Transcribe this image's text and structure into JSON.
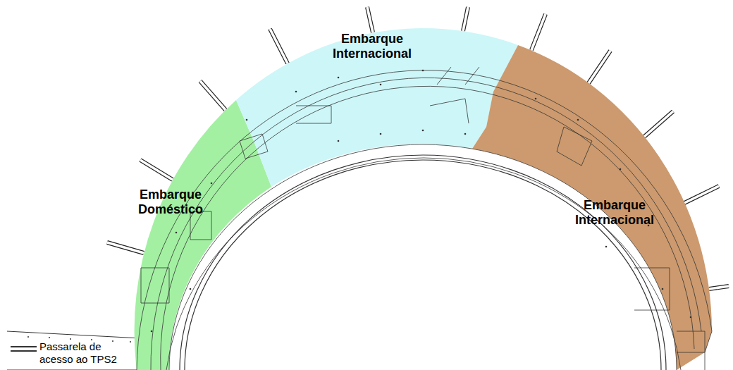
{
  "diagram": {
    "nodes": [
      {
        "text": [
          "Embarque Doméstico"
        ]
      },
      {
        "text": [
          "Embarque Internacional"
        ]
      },
      {
        "text": [
          "Embarque Internacional"
        ]
      }
    ],
    "labels": [
      "Passarela de acesso ao TPS2"
    ]
  }
}
